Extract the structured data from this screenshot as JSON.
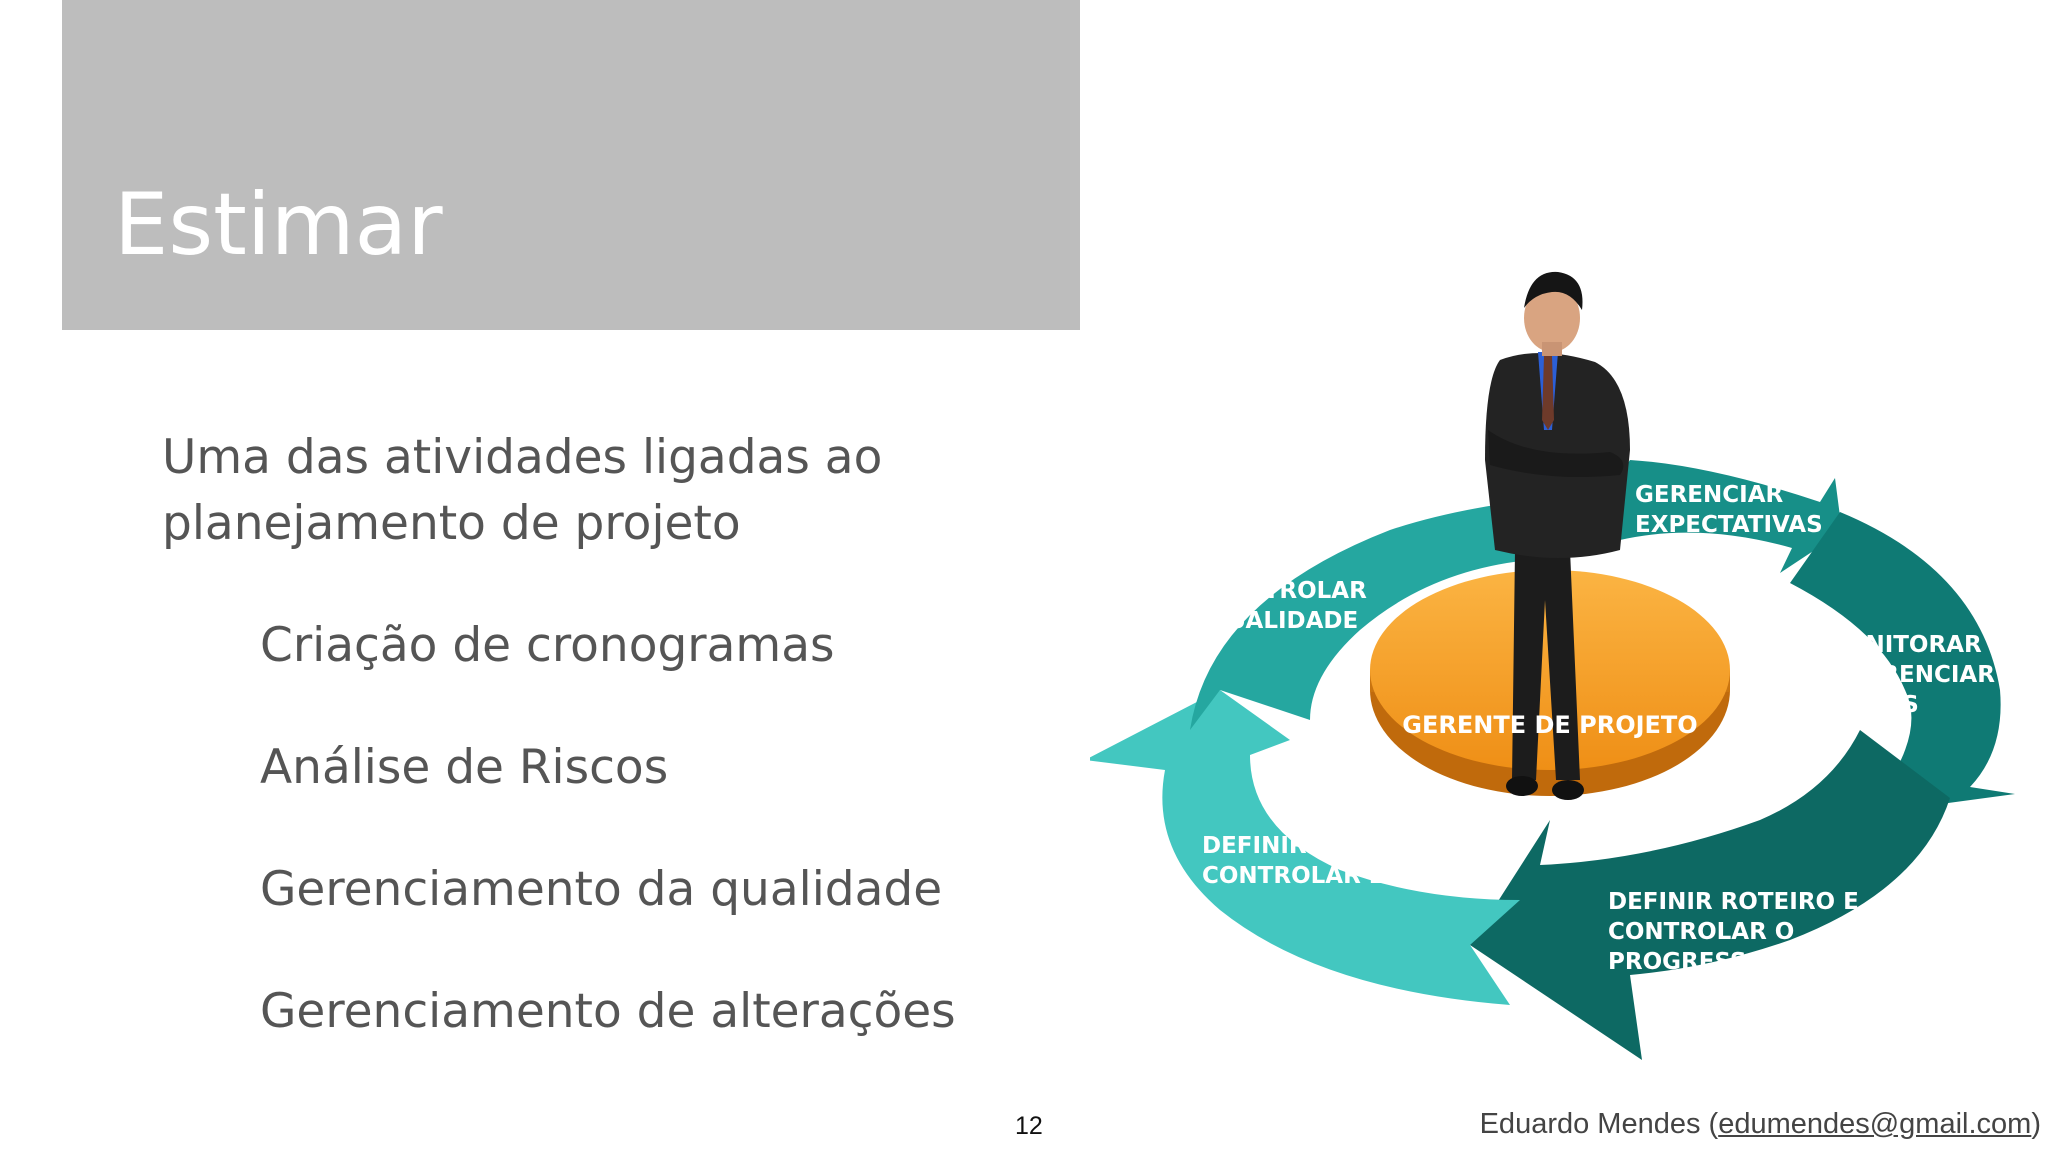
{
  "slide": {
    "title": "Estimar",
    "intro": "Uma das atividades ligadas ao planejamento de projeto",
    "bullets": [
      "Criação de cronogramas",
      "Análise de Riscos",
      "Gerenciamento da qualidade",
      "Gerenciamento de alterações"
    ],
    "page_number": "12"
  },
  "footer": {
    "author": "Eduardo Mendes (",
    "email": "edumendes@gmail.com",
    "close": ")"
  },
  "diagram": {
    "center_label": "GERENTE DE PROJETO",
    "segments": [
      {
        "lines": [
          "GERENCIAR",
          "EXPECTATIVAS"
        ]
      },
      {
        "lines": [
          "MONITORAR",
          "E GERENCIAR",
          "RISCOS"
        ]
      },
      {
        "lines": [
          "DEFINIR ROTEIRO E",
          "CONTROLAR O",
          "PROGRESSO"
        ]
      },
      {
        "lines": [
          "DEFINIR E",
          "CONTROLAR ESCOPO"
        ]
      },
      {
        "lines": [
          "CONTROLAR",
          "QUALIDADE"
        ]
      }
    ],
    "colors": {
      "teal_dark": "#0f6f6a",
      "teal_mid": "#178f88",
      "teal_light": "#3fc2bb",
      "orange": "#f39a1e",
      "orange_dark": "#c97410"
    }
  }
}
